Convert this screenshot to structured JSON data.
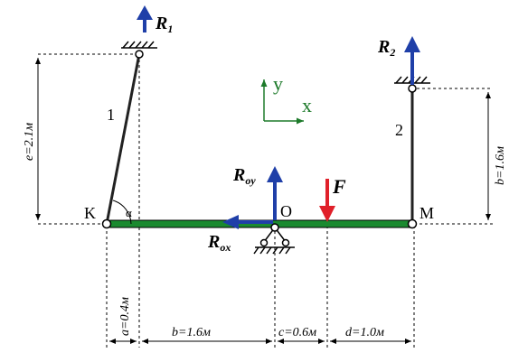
{
  "diagram": {
    "colors": {
      "beam": "#1a8a2f",
      "beam_outline": "#000000",
      "force_blue": "#1f3fa8",
      "force_red": "#e0202a",
      "axis_green": "#1d7a2a",
      "line": "#000000"
    },
    "labels": {
      "R1": "R",
      "R1_sub": "1",
      "R2": "R",
      "R2_sub": "2",
      "Roy": "R",
      "Roy_sub": "oy",
      "Rox": "R",
      "Rox_sub": "ox",
      "F": "F",
      "rod1": "1",
      "rod2": "2",
      "K": "K",
      "O": "O",
      "M": "M",
      "alpha": "α",
      "axis_x": "x",
      "axis_y": "y"
    },
    "dimensions": {
      "e": "e=2.1м",
      "b_right": "b=1.6м",
      "a": "a=0.4м",
      "b": "b=1.6м",
      "c": "c=0.6м",
      "d": "d=1.0м"
    }
  }
}
